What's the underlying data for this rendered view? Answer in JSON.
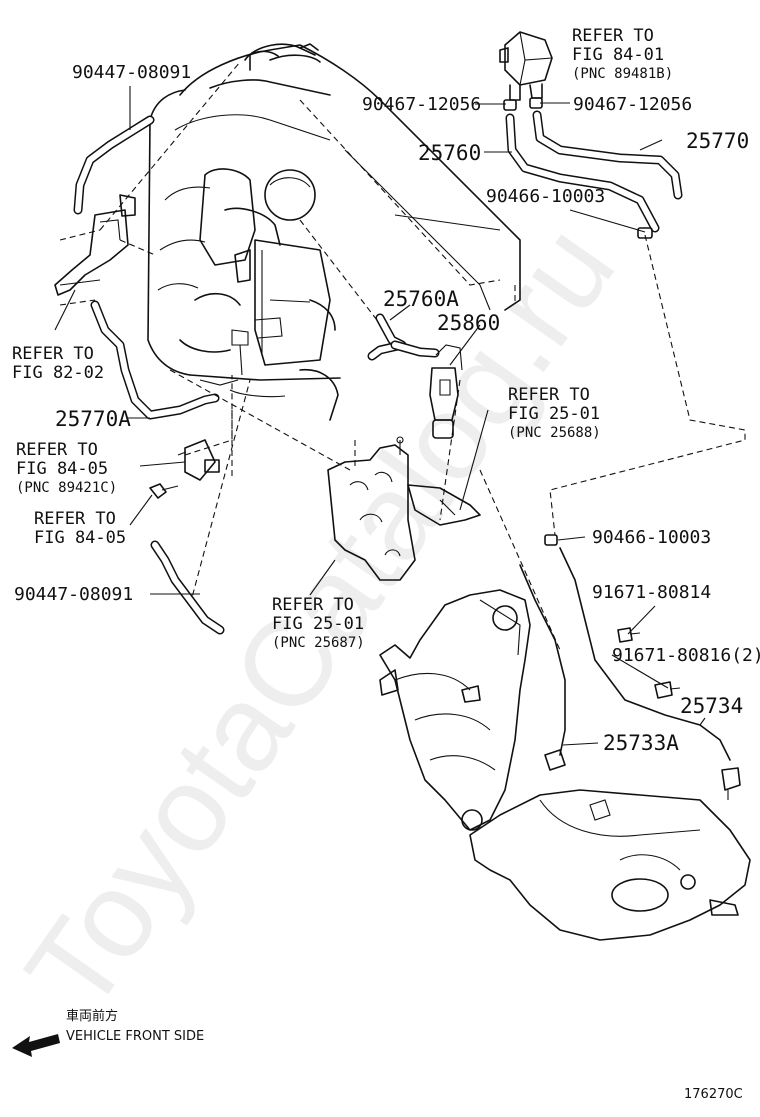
{
  "labels": {
    "p90447_08091_top": "90447-08091",
    "refer_84_01": "REFER TO",
    "fig_84_01": "FIG 84-01",
    "pnc_89481B": "(PNC 89481B)",
    "p90467_12056_l": "90467-12056",
    "p90467_12056_r": "90467-12056",
    "p25760": "25760",
    "p25770": "25770",
    "p90466_10003_top": "90466-10003",
    "refer_82_02": "REFER TO",
    "fig_82_02": "FIG 82-02",
    "p25760A": "25760A",
    "p25860": "25860",
    "p25770A": "25770A",
    "refer_25_01a": "REFER TO",
    "fig_25_01a": "FIG 25-01",
    "pnc_25688": "(PNC 25688)",
    "refer_84_05a": "REFER TO",
    "fig_84_05a": "FIG 84-05",
    "pnc_89421C": "(PNC 89421C)",
    "refer_84_05b": "REFER TO",
    "fig_84_05b": "FIG 84-05",
    "p90466_10003_mid": "90466-10003",
    "p91671_80814": "91671-80814",
    "p90447_08091_bot": "90447-08091",
    "refer_25_01b": "REFER TO",
    "fig_25_01b": "FIG 25-01",
    "pnc_25687": "(PNC 25687)",
    "p91671_80816": "91671-80816(2)",
    "p25734": "25734",
    "p25733A": "25733A",
    "front_jp": "車両前方",
    "front_en": "VEHICLE FRONT SIDE",
    "illus_no": "176270C",
    "watermark": "ToyotaCatalog.ru"
  }
}
